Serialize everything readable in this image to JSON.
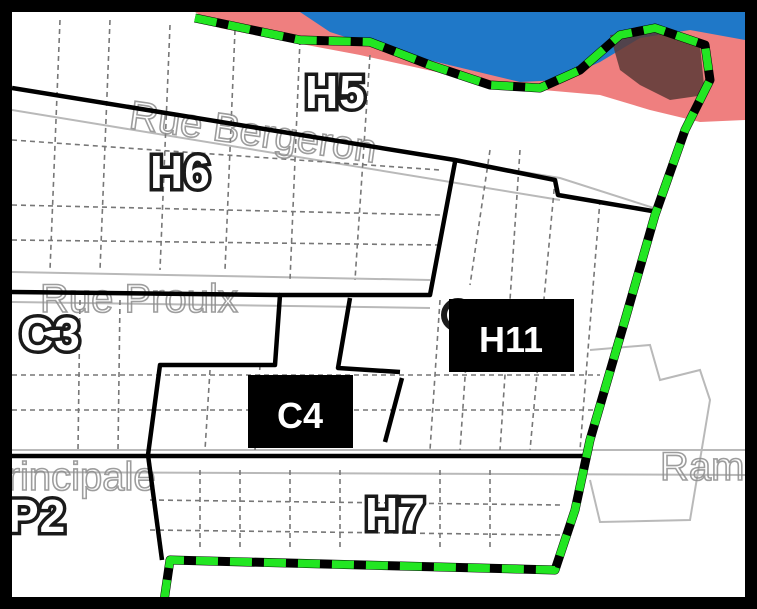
{
  "map": {
    "streets": {
      "bergeron": "Rue Bergeron",
      "proulx": "Rue Proulx",
      "principale": "Principale",
      "ram": "Ram"
    },
    "zones": {
      "h5": "H5",
      "h6": "H6",
      "c3": "C3",
      "p2": "P2",
      "h7": "H7"
    },
    "highlighted_zones": {
      "h11": "H11",
      "c4": "C4"
    },
    "colors": {
      "river": "#1f78c8",
      "riverbank": "#ef7f7f",
      "boundary_dash": "#22e622",
      "zone_line": "#000000",
      "label_box": "#000000"
    }
  }
}
